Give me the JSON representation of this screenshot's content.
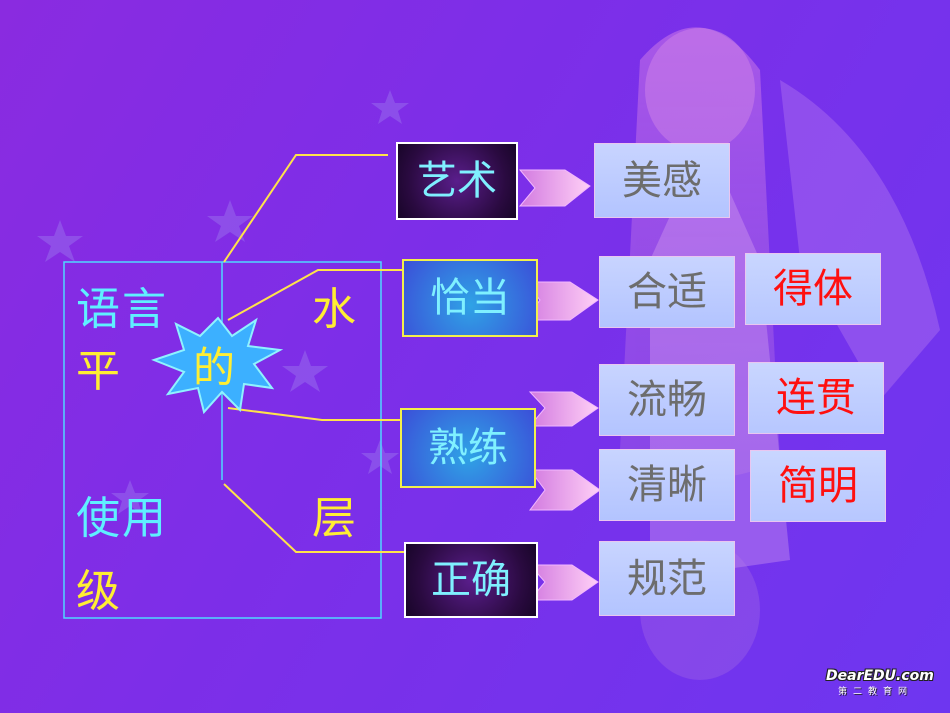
{
  "left_panel": {
    "row1": {
      "left": "语言",
      "right": "水"
    },
    "row2": {
      "left": "平"
    },
    "row3": {
      "left": "使用",
      "right": "层"
    },
    "row4": {
      "left": "级"
    },
    "burst_label": "的"
  },
  "levels": [
    {
      "name": "艺术",
      "results": [
        "美感"
      ]
    },
    {
      "name": "恰当",
      "results": [
        "合适",
        "得体"
      ]
    },
    {
      "name": "熟练",
      "results": [
        "流畅",
        "连贯",
        "清晰",
        "简明"
      ]
    },
    {
      "name": "正确",
      "results": [
        "规范"
      ]
    }
  ],
  "watermark": {
    "main": "DearEDU.com",
    "sub": "第二教育网"
  },
  "colors": {
    "cyan": "#5ff0ff",
    "yellow": "#ffee33",
    "red": "#ff1010",
    "grey": "#6d6d6d"
  }
}
